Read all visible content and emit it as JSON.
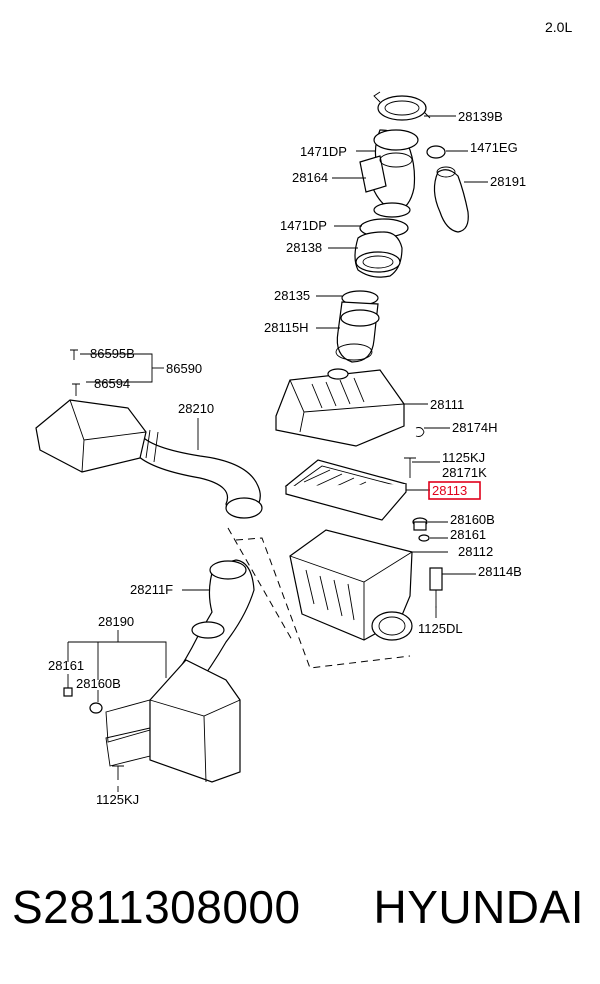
{
  "diagram": {
    "corner_label": "2.0L",
    "highlighted_part": "28113",
    "labels": {
      "p28139B": "28139B",
      "p1471DP_a": "1471DP",
      "p1471EG": "1471EG",
      "p28164": "28164",
      "p28191": "28191",
      "p1471DP_b": "1471DP",
      "p28138": "28138",
      "p28135": "28135",
      "p28115H": "28115H",
      "p86595B": "86595B",
      "p86590": "86590",
      "p86594": "86594",
      "p28210": "28210",
      "p28111": "28111",
      "p28174H": "28174H",
      "p1125KJ_a": "1125KJ",
      "p28171K": "28171K",
      "p28113": "28113",
      "p28160B_a": "28160B",
      "p28161_a": "28161",
      "p28112": "28112",
      "p28114B": "28114B",
      "p28211F": "28211F",
      "p1125DL": "1125DL",
      "p28190": "28190",
      "p28161_b": "28161",
      "p28160B_b": "28160B",
      "p1125KJ_b": "1125KJ"
    }
  },
  "footer": {
    "part_number": "S2811308000",
    "brand": "HYUNDAI"
  },
  "colors": {
    "highlight": "#e0001b",
    "line": "#000000",
    "background": "#ffffff"
  }
}
